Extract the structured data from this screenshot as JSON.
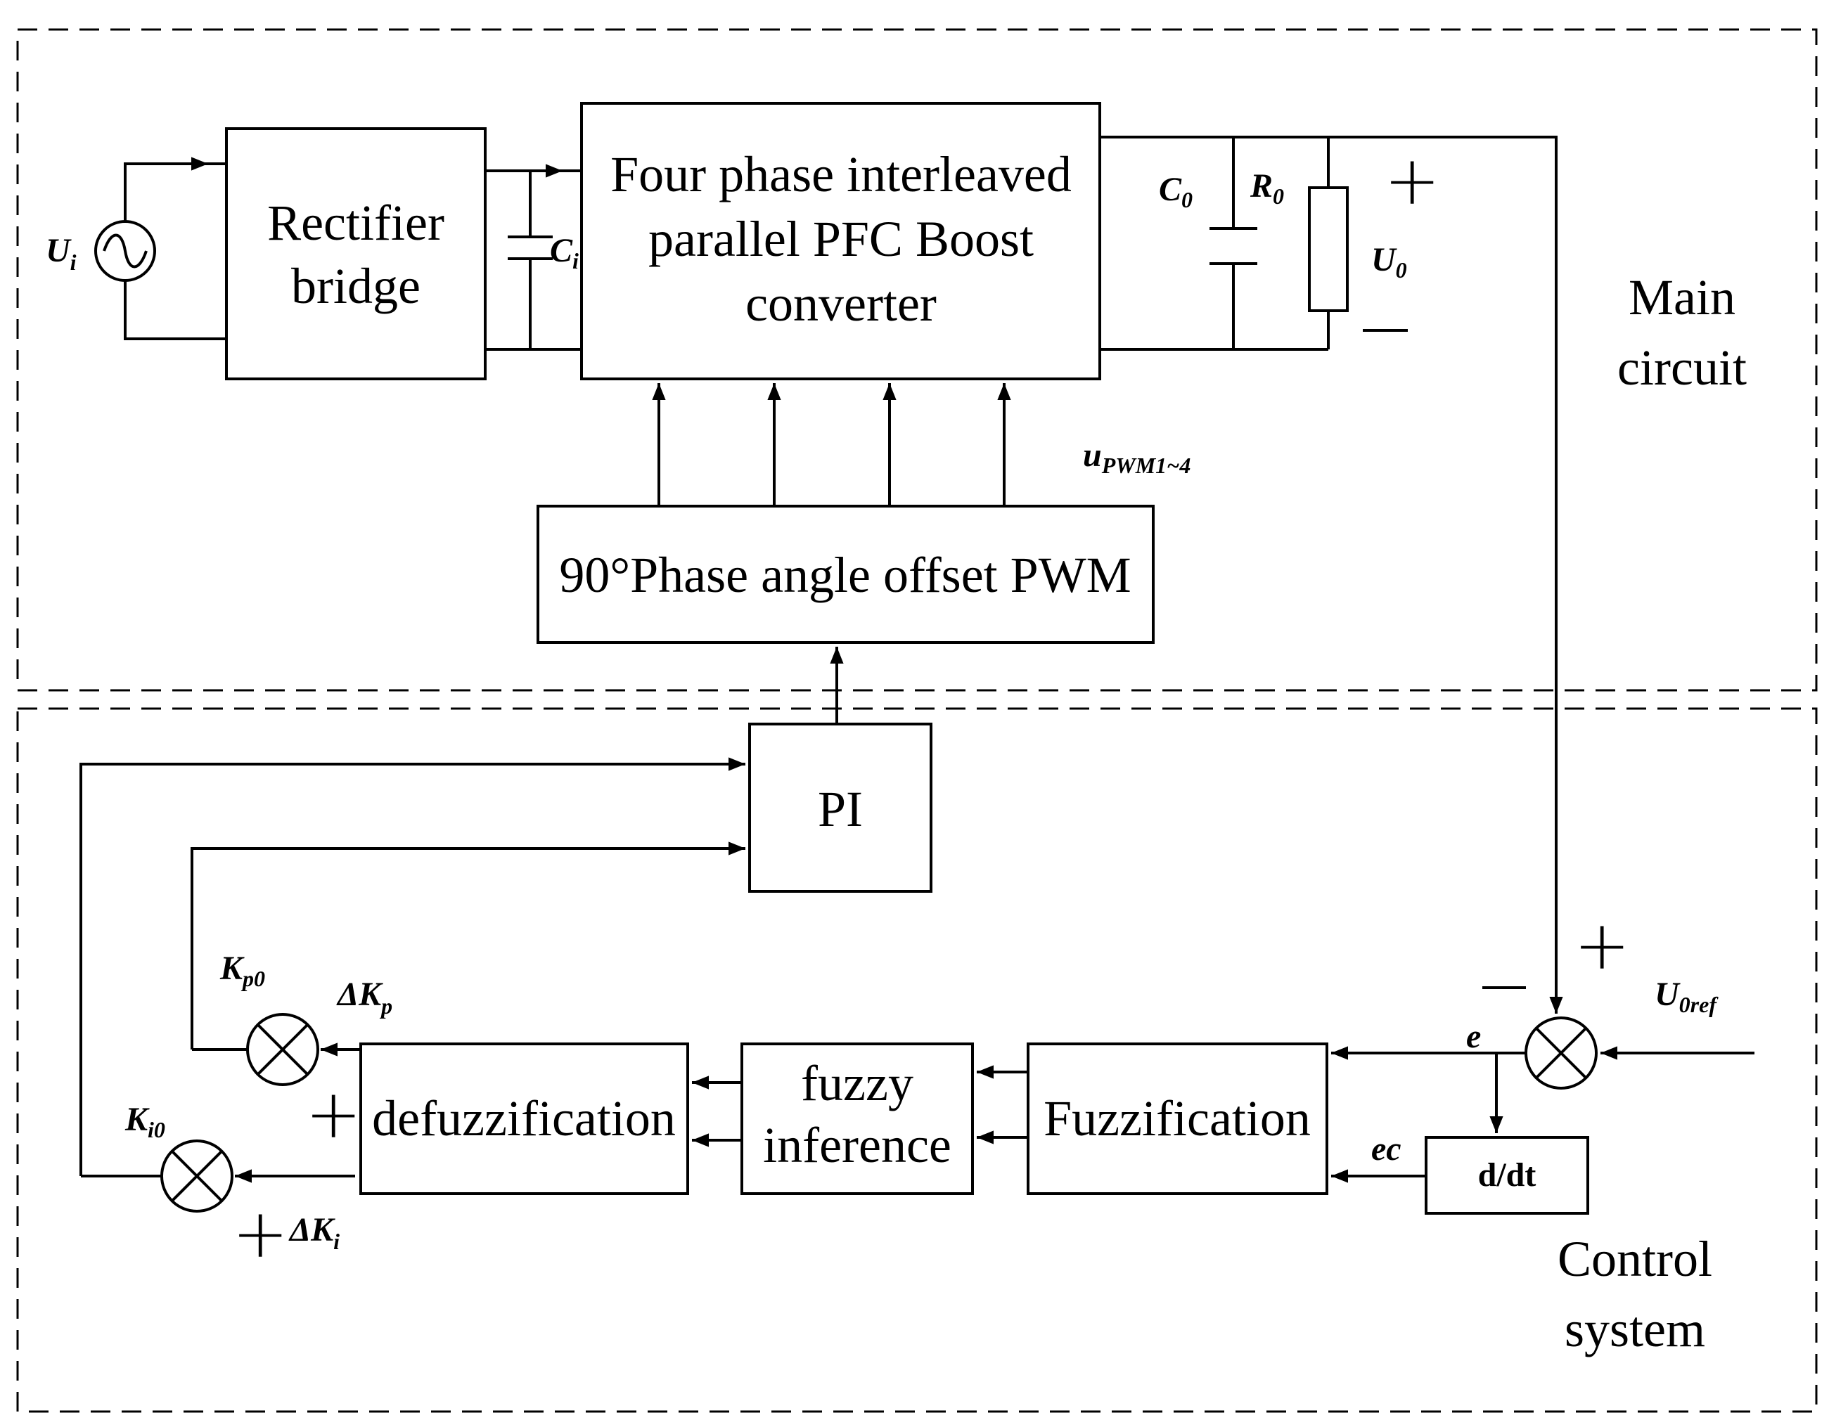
{
  "regions": {
    "main_circuit": "Main\ncircuit",
    "control_system": "Control\nsystem"
  },
  "blocks": {
    "rectifier": "Rectifier\nbridge",
    "converter": "Four phase interleaved\nparallel PFC Boost\nconverter",
    "pwm": "90°Phase angle offset PWM",
    "pi": "PI",
    "defuzz": "defuzzification",
    "inference": "fuzzy\ninference",
    "fuzzification": "Fuzzification",
    "ddt": "d/dt"
  },
  "symbols": {
    "ui": "U",
    "ui_sub": "i",
    "ci": "C",
    "ci_sub": "i",
    "c0": "C",
    "c0_sub": "0",
    "r0": "R",
    "r0_sub": "0",
    "u0": "U",
    "u0_sub": "0",
    "upwm": "u",
    "upwm_sub": "PWM1~4",
    "u0ref": "U",
    "u0ref_sub": "0ref",
    "e": "e",
    "ec": "ec",
    "kp0": "K",
    "kp0_sub": "p0",
    "ki0": "K",
    "ki0_sub": "i0",
    "dkp": "ΔK",
    "dkp_sub": "p",
    "dki": "ΔK",
    "dki_sub": "i"
  },
  "signs": {
    "plus": "+",
    "minus": "—"
  }
}
